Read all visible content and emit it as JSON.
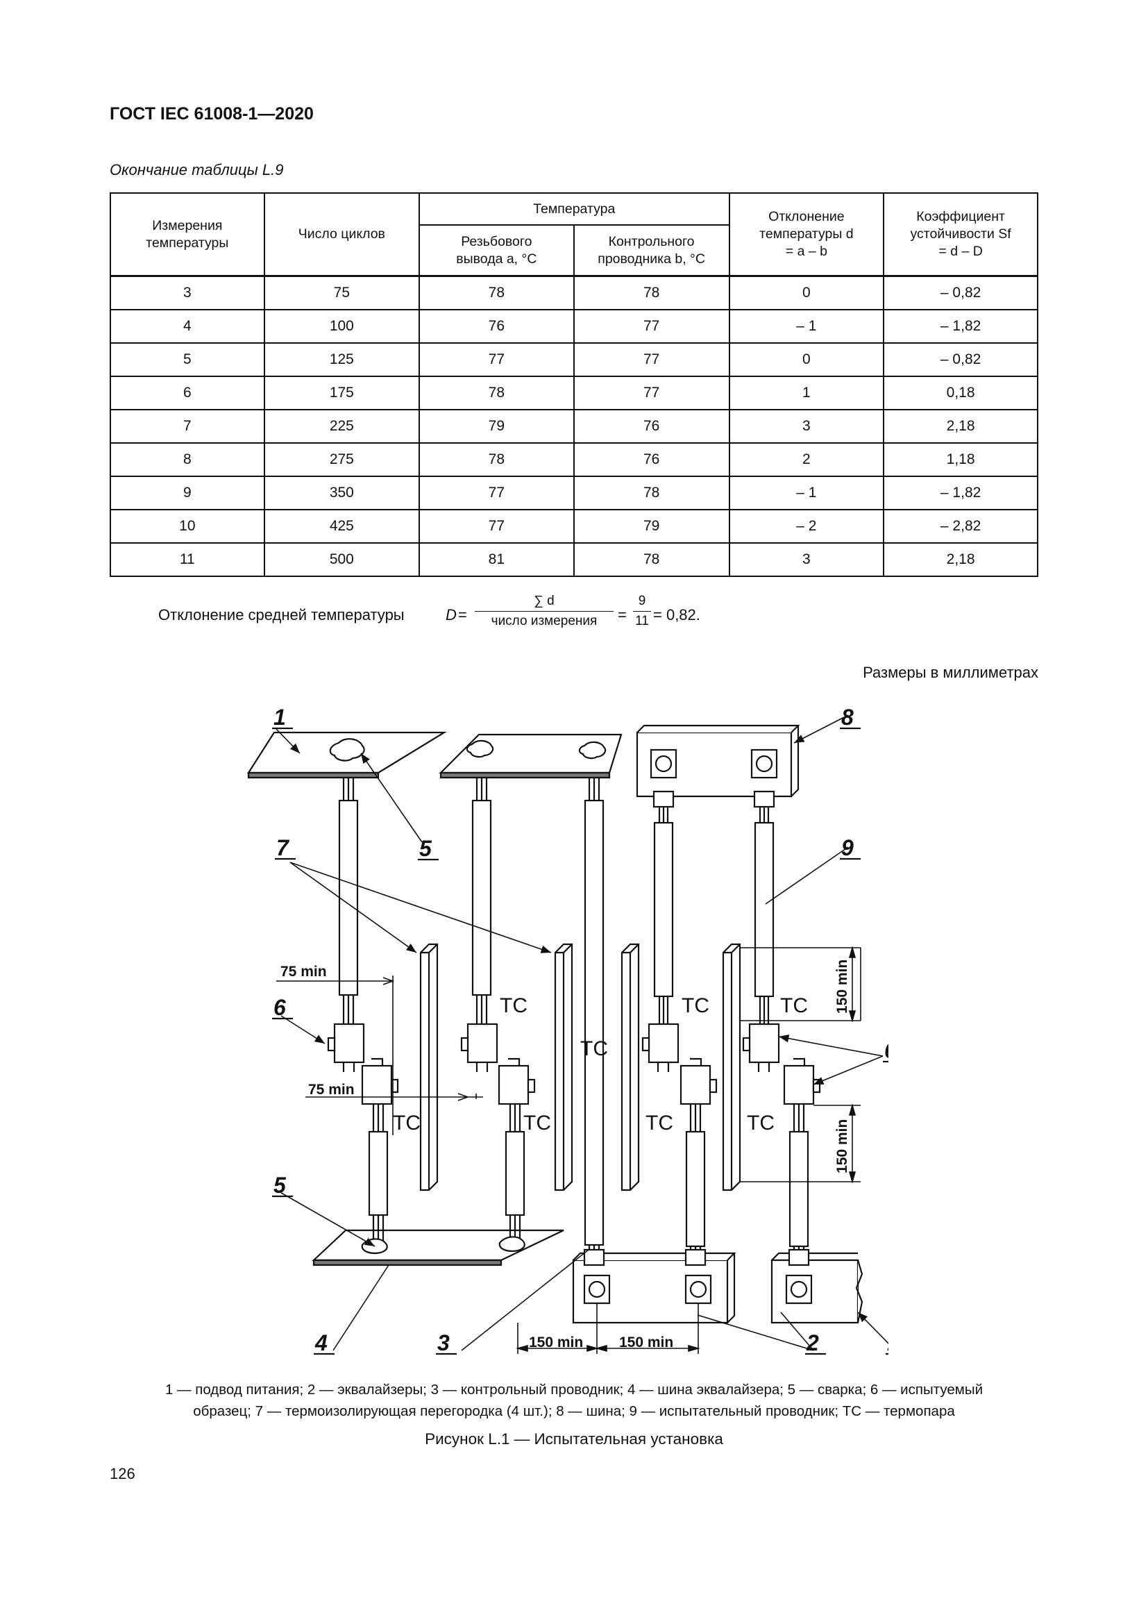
{
  "header": "ГОСТ IEC 61008-1—2020",
  "table_caption": "Окончание таблицы L.9",
  "table": {
    "col_measure": "Измерения температуры",
    "col_cycles": "Число циклов",
    "col_temp_group": "Температура",
    "col_terminal": "Резьбового вывода a, °C",
    "col_control": "Контрольного проводника b, °C",
    "col_deviation": "Отклонение температуры d = a – b",
    "col_coef": "Коэффициент устойчивости Sf = d – D",
    "rows": [
      [
        "3",
        "75",
        "78",
        "78",
        "0",
        "– 0,82"
      ],
      [
        "4",
        "100",
        "76",
        "77",
        "– 1",
        "– 1,82"
      ],
      [
        "5",
        "125",
        "77",
        "77",
        "0",
        "– 0,82"
      ],
      [
        "6",
        "175",
        "78",
        "77",
        "1",
        "0,18"
      ],
      [
        "7",
        "225",
        "79",
        "76",
        "3",
        "2,18"
      ],
      [
        "8",
        "275",
        "78",
        "76",
        "2",
        "1,18"
      ],
      [
        "9",
        "350",
        "77",
        "78",
        "– 1",
        "– 1,82"
      ],
      [
        "10",
        "425",
        "77",
        "79",
        "– 2",
        "– 2,82"
      ],
      [
        "11",
        "500",
        "81",
        "78",
        "3",
        "2,18"
      ]
    ]
  },
  "formula": {
    "label": "Отклонение средней температуры",
    "variable": "D",
    "sum_numerator": "∑ d",
    "sum_denominator": "число  измерения",
    "num_value": "9",
    "den_value": "11",
    "result": "= 0,82."
  },
  "dims_note": "Размеры в миллиметрах",
  "figure": {
    "labels": {
      "l1": "1",
      "l2": "2",
      "l3": "3",
      "l4": "4",
      "l5": "5",
      "l6": "6",
      "l7": "7",
      "l8": "8",
      "l9": "9"
    },
    "tc": "TC",
    "dim_75": "75 min",
    "dim_150": "150 min"
  },
  "legend_line1": "1 — подвод питания; 2 — эквалайзеры; 3 — контрольный проводник; 4 — шина эквалайзера; 5 — сварка; 6 — испытуемый",
  "legend_line2": "образец; 7 — термоизолирующая перегородка (4 шт.); 8 — шина; 9 — испытательный проводник; ТС — термопара",
  "figure_caption": "Рисунок L.1 — Испытательная установка",
  "page_number": "126"
}
